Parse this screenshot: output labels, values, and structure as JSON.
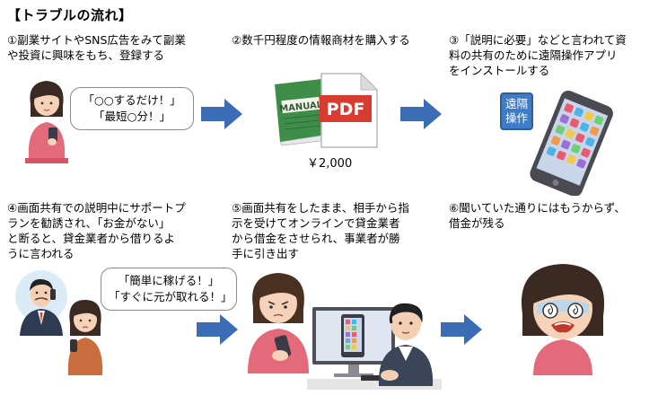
{
  "title": "【トラブルの流れ】",
  "steps": [
    {
      "text": "①副業サイトやSNS広告をみて副業\nや投資に興味をもち、登録する"
    },
    {
      "text": "②数千円程度の情報商材を購入する"
    },
    {
      "text": "③「説明に必要」などと言われて資\n料の共有のために遠隔操作アプリ\nをインストールする"
    },
    {
      "text": "④画面共有での説明中にサポートプ\nランを勧誘され、「お金がない」\nと断ると、貸金業者から借りるよ\nうに言われる"
    },
    {
      "text": "⑤画面共有をしたまま、相手から指\n示を受けてオンラインで貸金業者\nから借金をさせられ、事業者が勝\n手に引き出す"
    },
    {
      "text": "⑥聞いていた通りにはもうからず、\n借金が残る"
    }
  ],
  "bubble1": "「○○するだけ！」\n「最短○分！」",
  "bubble4": "「簡単に稼げる！」\n「すぐに元が取れる！」",
  "manual_label": "MANUAL",
  "pdf_label": "PDF",
  "price": "￥2,000",
  "remote_label": "遠隔\n操作",
  "colors": {
    "arrow": "#3b6db6",
    "manual": "#3e8e4a",
    "pdf": "#d83b2f",
    "remote": "#3d7cc9",
    "phone": "#4a4a52"
  }
}
